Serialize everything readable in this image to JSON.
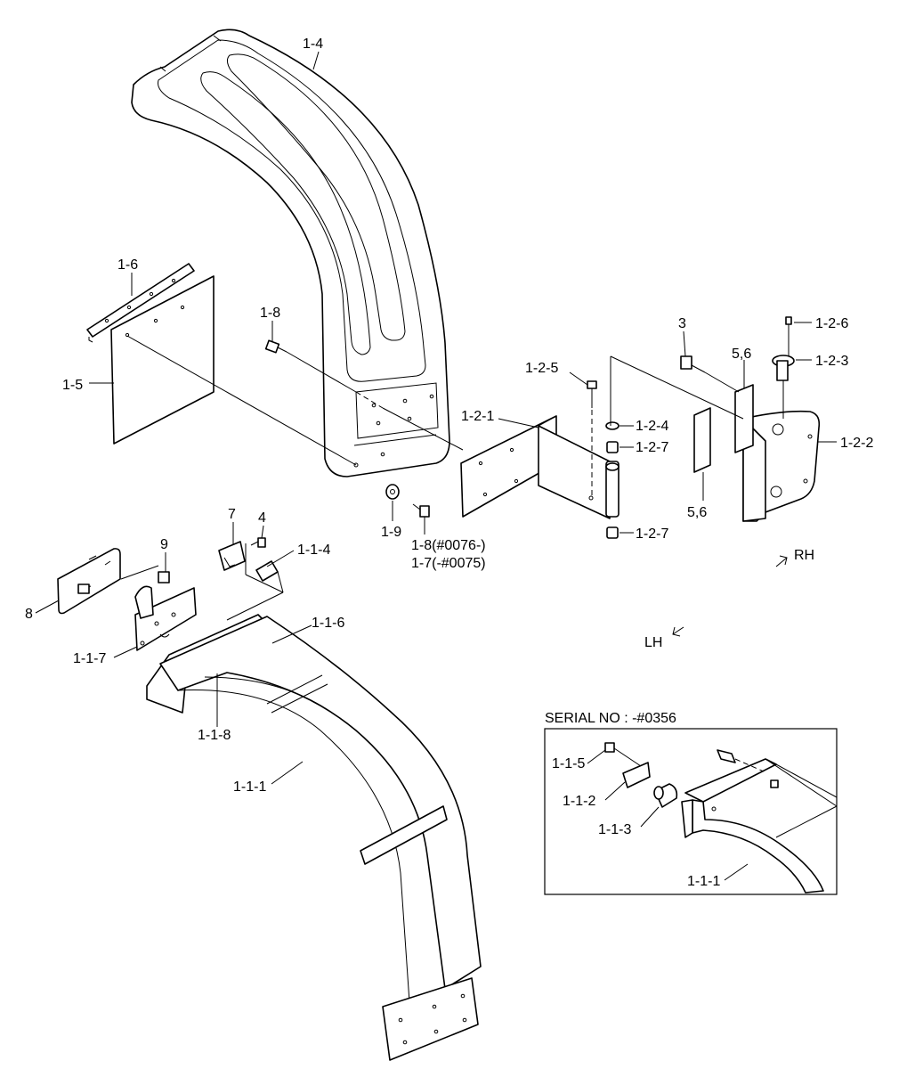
{
  "labels": {
    "fender": "1-4",
    "mud_flap_strip": "1-6",
    "mud_flap": "1-5",
    "bolt_top": "1-8",
    "washer": "1-9",
    "bolt_lower_a": "1-8(#0076-)",
    "bolt_lower_b": "1-7(-#0075)",
    "arm": "1-2-1",
    "pin_bolt": "1-2-5",
    "washer_small": "1-2-4",
    "bushing_top": "1-2-7",
    "bushing_bottom": "1-2-7",
    "bolt_3": "3",
    "shim_upper": "5,6",
    "shim_lower": "5,6",
    "screw_126": "1-2-6",
    "pin_123": "1-2-3",
    "bracket_122": "1-2-2",
    "rh": "RH",
    "lh": "LH",
    "clip_7": "7",
    "bolt_4": "4",
    "pin_114": "1-1-4",
    "bolt_9": "9",
    "plate_8": "8",
    "latch_117": "1-1-7",
    "bolt_116": "1-1-6",
    "bolt_118": "1-1-8",
    "frame_111": "1-1-1"
  },
  "inset": {
    "title": "SERIAL NO : -#0356",
    "bolt": "1-1-5",
    "bracket": "1-1-2",
    "knob": "1-1-3",
    "frame": "1-1-1"
  }
}
